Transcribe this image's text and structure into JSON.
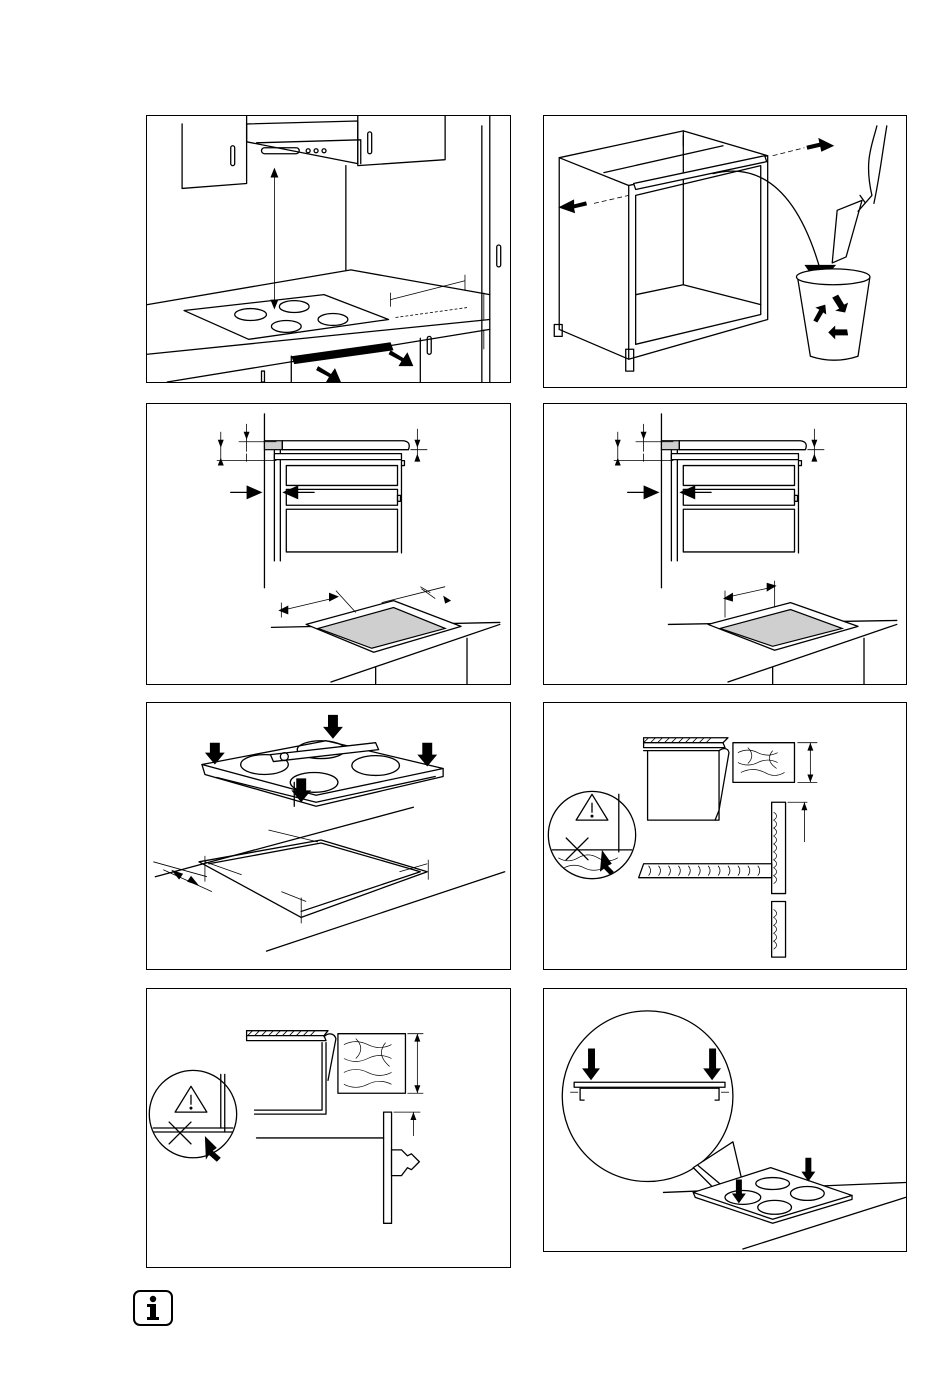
{
  "figures": [
    {
      "id": "fig-1",
      "subject": "hood-height-above-hob"
    },
    {
      "id": "fig-2",
      "subject": "remove-cabinet-crossbar-recycle"
    },
    {
      "id": "fig-3",
      "subject": "cutout-dimensions-side-section"
    },
    {
      "id": "fig-4",
      "subject": "cutout-dimensions-rear-section"
    },
    {
      "id": "fig-5",
      "subject": "apply-seal-and-insert-hob"
    },
    {
      "id": "fig-6",
      "subject": "worktop-thickness-warning"
    },
    {
      "id": "fig-7",
      "subject": "clearance-below-worktop-warning"
    },
    {
      "id": "fig-8",
      "subject": "press-hob-into-worktop"
    }
  ],
  "icons": {
    "info": "info-icon",
    "warning": "warning-triangle-icon",
    "recycle": "recycle-icon"
  }
}
